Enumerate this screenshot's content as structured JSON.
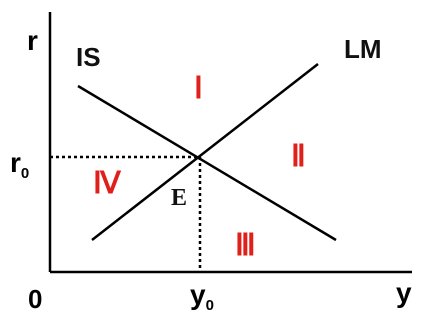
{
  "axes": {
    "y_label": "r",
    "x_label": "y",
    "origin_label": "0",
    "r0_main": "r",
    "r0_sub": "0",
    "y0_main": "y",
    "y0_sub": "0"
  },
  "curves": {
    "is_label": "IS",
    "lm_label": "LM"
  },
  "regions": {
    "I": "Ⅰ",
    "II": "Ⅱ",
    "III": "Ⅲ",
    "IV": "Ⅳ"
  },
  "equilibrium_label": "E",
  "colors": {
    "axis": "#000000",
    "curve": "#000000",
    "region_label": "#e0201b",
    "dotted": "#000000"
  }
}
